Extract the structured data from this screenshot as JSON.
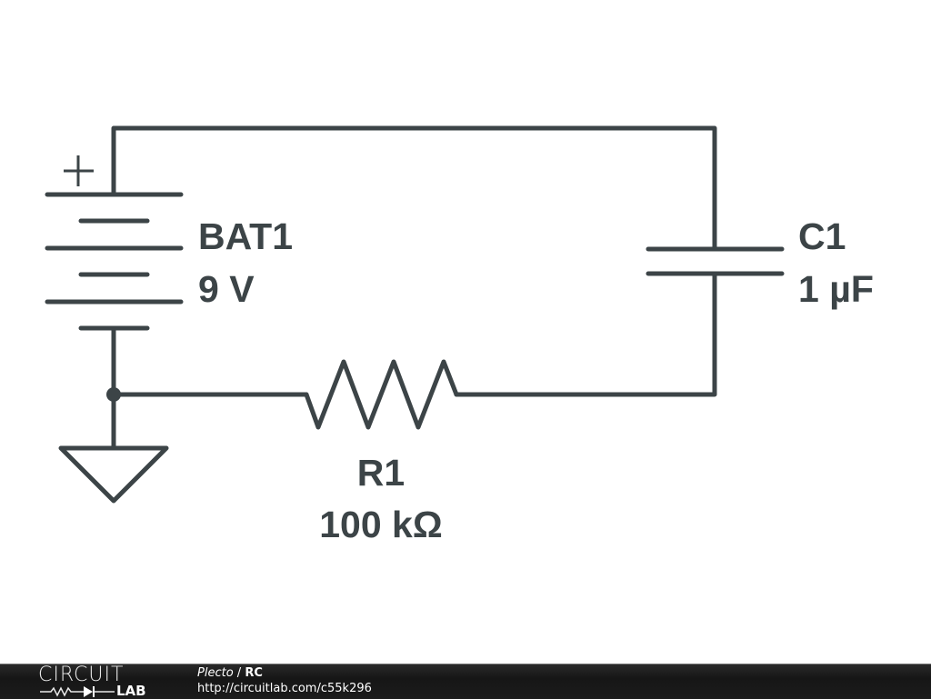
{
  "schematic": {
    "components": [
      {
        "ref": "BAT1",
        "type": "battery",
        "value": "9 V",
        "polarity_mark": "+"
      },
      {
        "ref": "C1",
        "type": "capacitor",
        "value": "1 µF"
      },
      {
        "ref": "R1",
        "type": "resistor",
        "value": "100 kΩ"
      },
      {
        "ref": "GND",
        "type": "ground"
      }
    ],
    "labels": {
      "bat_ref": "BAT1",
      "bat_value": "9 V",
      "bat_plus": "+",
      "cap_ref": "C1",
      "cap_value": "1 µF",
      "res_ref": "R1",
      "res_value": "100 kΩ"
    },
    "wire_color": "#3c4447"
  },
  "footer": {
    "logo_top": "CIRCUIT",
    "logo_bottom": "LAB",
    "author": "Plecto",
    "separator": " / ",
    "circuit_title": "RC",
    "url": "http://circuitlab.com/c55k296"
  }
}
